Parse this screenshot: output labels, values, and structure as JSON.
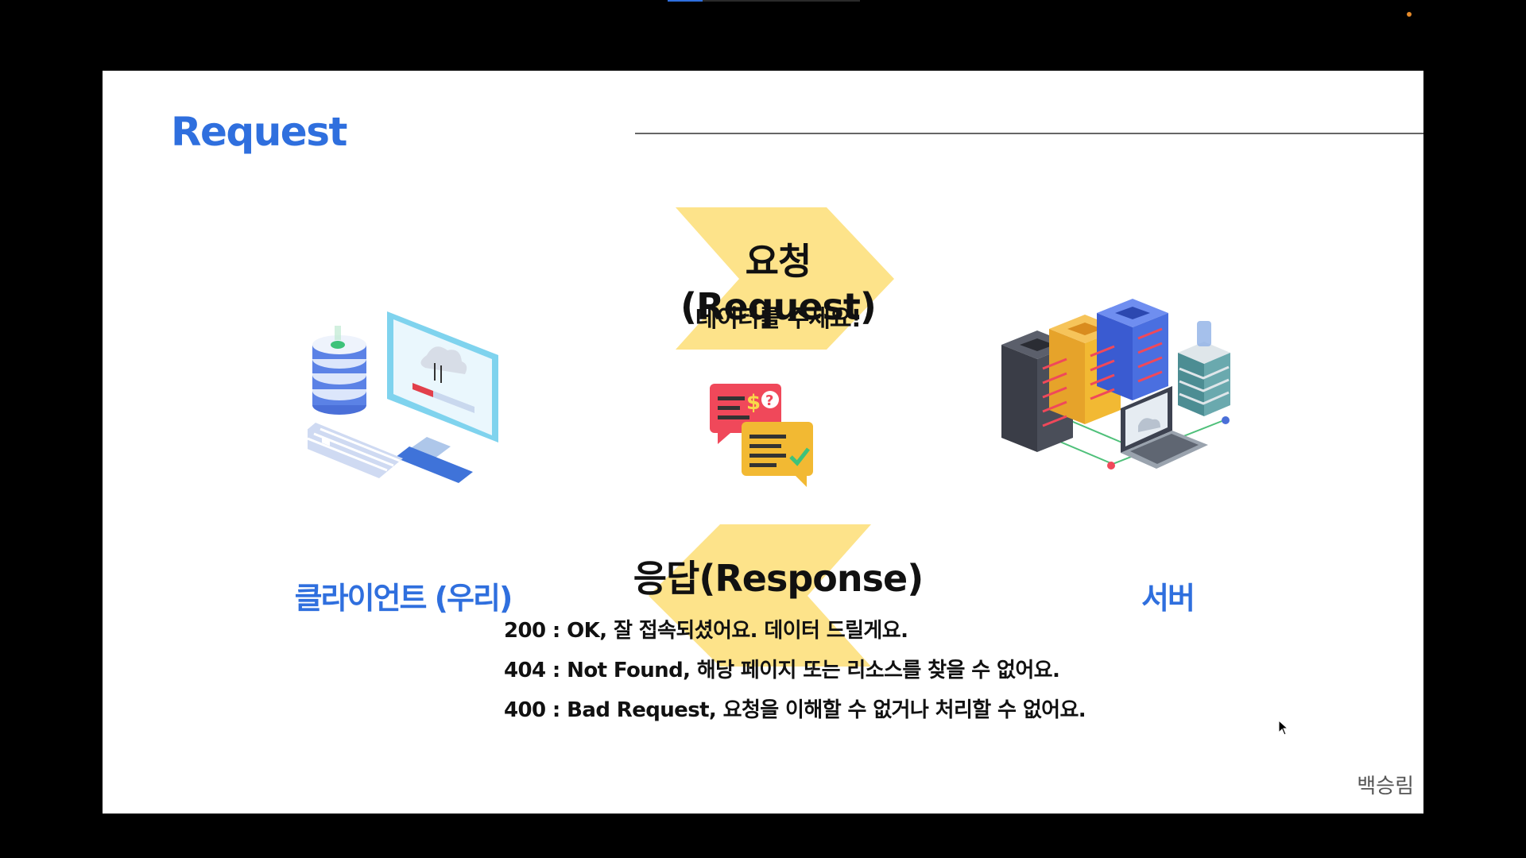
{
  "window": {
    "progress_fraction": 0.18
  },
  "slide": {
    "title": "Request",
    "request": {
      "title": "요청(Request)",
      "subtitle": "데이터를 주세요!"
    },
    "response": {
      "title": "응답(Response)",
      "status_lines": [
        "200 : OK, 잘 접속되셨어요. 데이터 드릴게요.",
        "404 : Not Found, 해당 페이지 또는 리소스를 찾을 수 없어요.",
        "400 : Bad Request, 요청을 이해할 수 없거나 처리할 수 없어요."
      ]
    },
    "client_label": "클라이언트 (우리)",
    "server_label": "서버",
    "author": "백승림"
  },
  "icons": {
    "client": "computer-database-icon",
    "chat": "chat-bubbles-icon",
    "server": "server-racks-icon",
    "cursor": "mouse-pointer-icon"
  },
  "colors": {
    "accent_blue": "#2f6fde",
    "arrow_yellow": "#fde38a",
    "text_dark": "#111111",
    "background_frame": "#000000",
    "slide_background": "#ffffff"
  }
}
